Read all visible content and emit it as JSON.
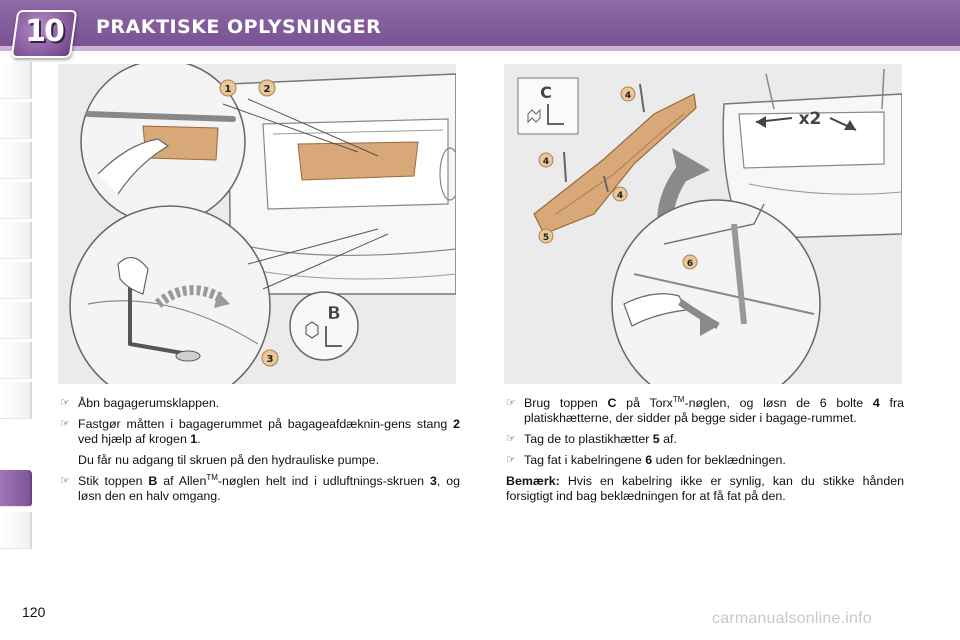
{
  "header": {
    "chapter_number": "10",
    "title": "PRAKTISKE OPLYSNINGER"
  },
  "figures": {
    "left": {
      "callouts": [
        "1",
        "2",
        "3"
      ],
      "tool_letter": "B"
    },
    "right": {
      "callouts": [
        "4",
        "4",
        "4",
        "5",
        "6"
      ],
      "tool_letter": "C",
      "multiplier": "x2"
    }
  },
  "left_text": {
    "bullet1": "Åbn bagagerumsklappen.",
    "bullet2_pre": "Fastgør måtten i bagagerummet på bagageafdæknin-gens stang ",
    "bullet2_num1": "2",
    "bullet2_mid": " ved hjælp af krogen ",
    "bullet2_num2": "1",
    "bullet2_end": ".",
    "continuation": "Du får nu adgang til skruen på den hydrauliske pumpe.",
    "bullet3_pre": "Stik toppen ",
    "bullet3_letter": "B",
    "bullet3_mid1": " af Allen",
    "bullet3_tm": "TM",
    "bullet3_mid2": "-nøglen helt ind i udluftnings-skruen ",
    "bullet3_num": "3",
    "bullet3_end": ", og løsn den en halv omgang."
  },
  "right_text": {
    "bullet1_pre": "Brug toppen ",
    "bullet1_letter": "C",
    "bullet1_mid1": " på Torx",
    "bullet1_tm": "TM",
    "bullet1_mid2": "-nøglen, og løsn de 6 bolte ",
    "bullet1_num": "4",
    "bullet1_end": " fra platiskhætterne, der sidder på begge sider i bagage-rummet.",
    "bullet2_pre": "Tag de to plastikhætter ",
    "bullet2_num": "5",
    "bullet2_end": " af.",
    "bullet3_pre": "Tag fat i kabelringene ",
    "bullet3_num": "6",
    "bullet3_end": " uden for beklædningen.",
    "note_label": "Bemærk:",
    "note_text": " Hvis en kabelring ikke er synlig, kan du stikke hånden forsigtigt ind bag beklædningen for at få fat på den."
  },
  "page_number": "120",
  "watermark": "carmanualsonline.info",
  "bullet_glyph": "☞",
  "colors": {
    "header": "#7a5292",
    "accent_tab": "#8e63a8",
    "part_highlight": "#d9a878",
    "callout_badge": "#e8c79a"
  }
}
